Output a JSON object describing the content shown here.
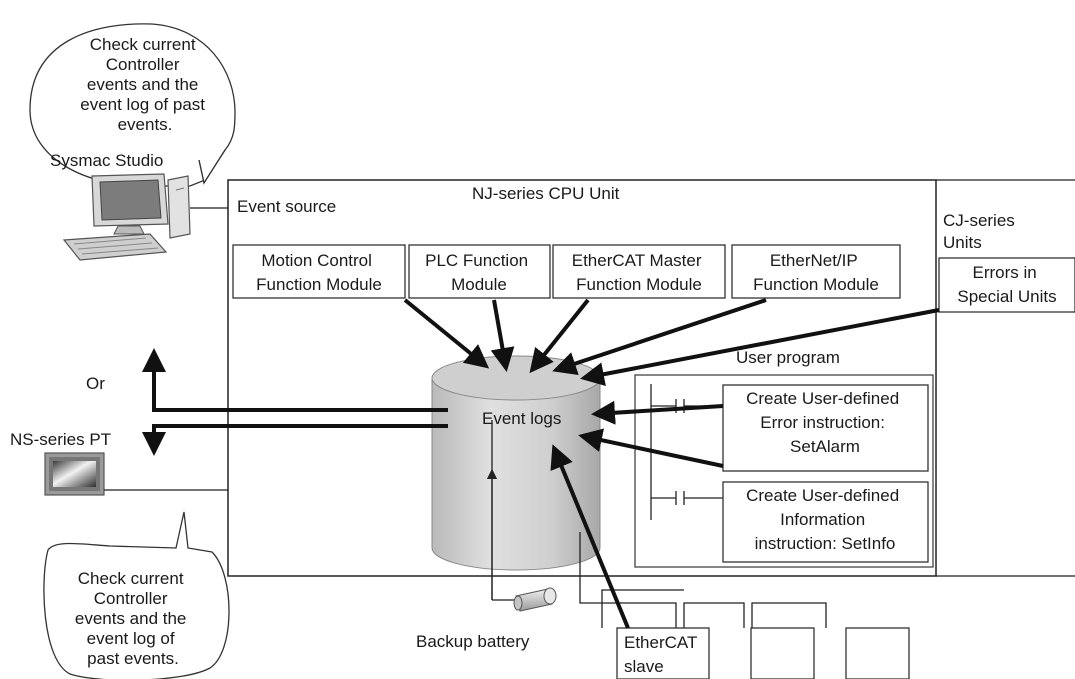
{
  "callout_top": [
    "Check current",
    "Controller",
    "events and the",
    "event log of past",
    "events."
  ],
  "sysmac_studio_label": "Sysmac Studio",
  "cpu_unit_title": "NJ-series CPU Unit",
  "event_source_label": "Event source",
  "modules": [
    [
      "Motion Control",
      "Function Module"
    ],
    [
      "PLC Function",
      "Module"
    ],
    [
      "EtherCAT Master",
      "Function Module"
    ],
    [
      "EtherNet/IP",
      "Function Module"
    ]
  ],
  "cj_units_label": [
    "CJ-series",
    "Units"
  ],
  "special_units_box": [
    "Errors in",
    "Special Units"
  ],
  "user_program_label": "User program",
  "instructions": [
    [
      "Create User-defined",
      "Error instruction:",
      "SetAlarm"
    ],
    [
      "Create User-defined",
      "Information",
      "instruction: SetInfo"
    ]
  ],
  "event_logs_label": "Event logs",
  "or_label": "Or",
  "ns_pt_label": "NS-series PT",
  "callout_bottom": [
    "Check current",
    "Controller",
    "events and the",
    "event log of",
    "past events."
  ],
  "backup_battery_label": "Backup battery",
  "ethercat_slave_label": [
    "EtherCAT",
    "slave"
  ]
}
